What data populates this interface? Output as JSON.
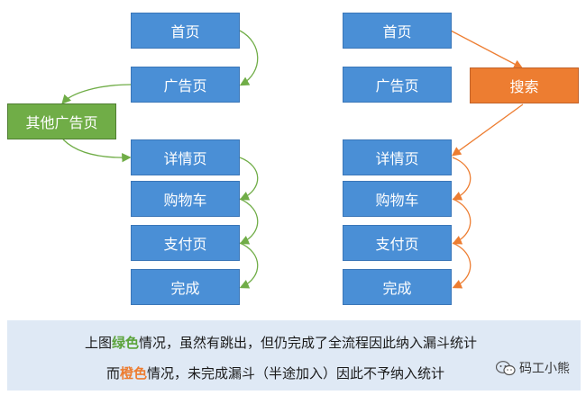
{
  "left_flow": {
    "home": "首页",
    "ad": "广告页",
    "other_ad": "其他广告页",
    "detail": "详情页",
    "cart": "购物车",
    "pay": "支付页",
    "done": "完成"
  },
  "right_flow": {
    "home": "首页",
    "ad": "广告页",
    "search": "搜索",
    "detail": "详情页",
    "cart": "购物车",
    "pay": "支付页",
    "done": "完成"
  },
  "caption": {
    "line1_prefix": "上图",
    "line1_highlight": "绿色",
    "line1_suffix": "情况，虽然有跳出，但仍完成了全流程因此纳入漏斗统计",
    "line2_prefix": "而",
    "line2_highlight": "橙色",
    "line2_suffix": "情况，未完成漏斗（半途加入）因此不予纳入统计"
  },
  "watermark": {
    "text": "码工小熊",
    "icon": "wechat-icon"
  },
  "colors": {
    "box_blue": "#4a8fd6",
    "box_green": "#70ad47",
    "box_orange": "#ed7d31",
    "arrow_green": "#70ad47",
    "arrow_orange": "#ed7d31",
    "caption_bg": "#dfe9f5"
  }
}
